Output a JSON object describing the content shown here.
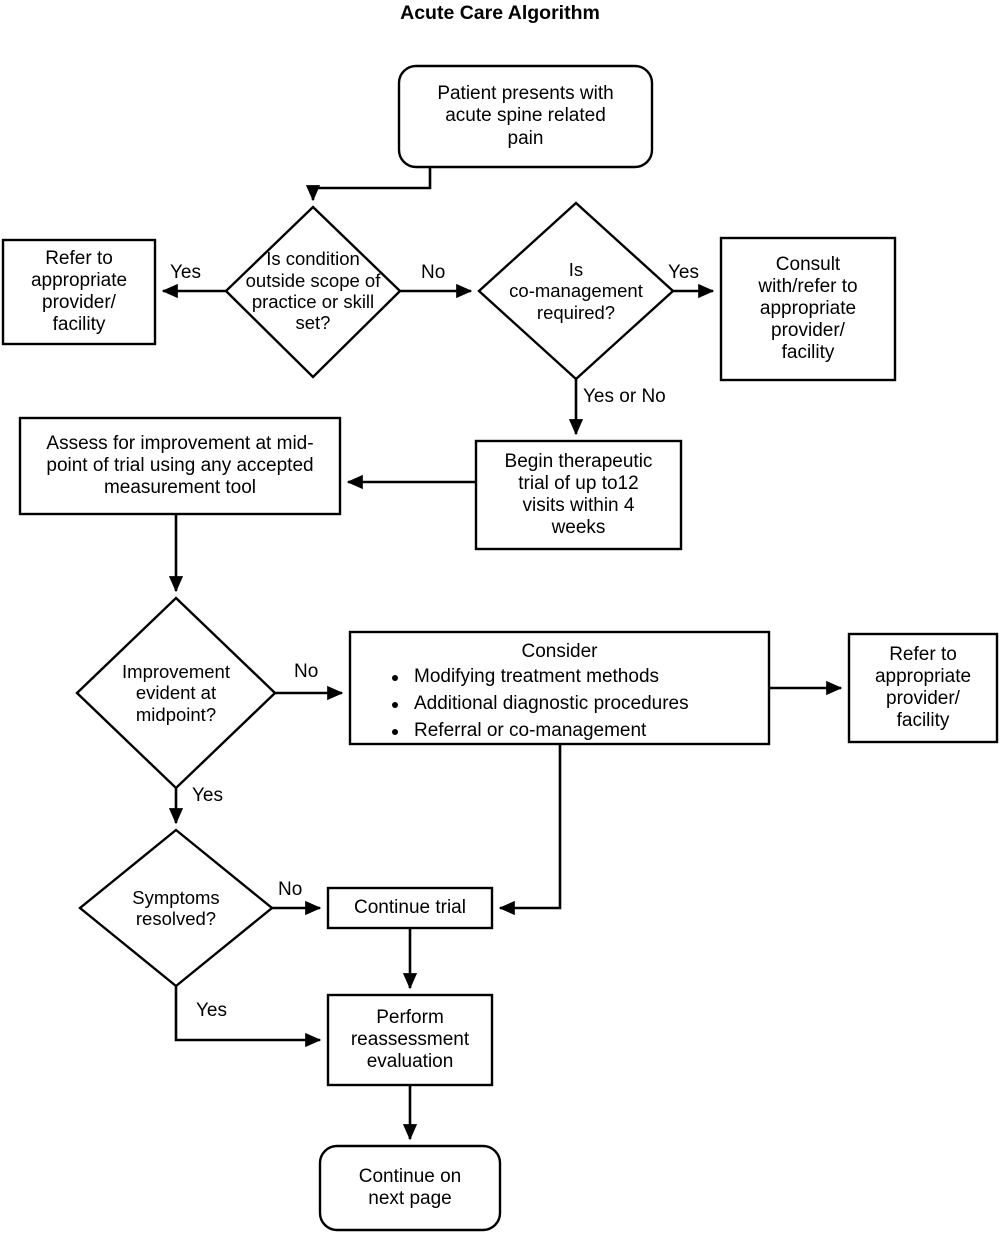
{
  "title": "Acute Care Algorithm",
  "chart_data": {
    "type": "flowchart",
    "title": "Acute Care Algorithm",
    "nodes": [
      {
        "id": "start",
        "shape": "rounded-rectangle",
        "text": "Patient presents with\nacute spine related\npain"
      },
      {
        "id": "scope_decision",
        "shape": "diamond",
        "text": "Is condition\noutside scope of\npractice or skill\nset?"
      },
      {
        "id": "refer_left",
        "shape": "rectangle",
        "text": "Refer to\nappropriate\nprovider/\nfacility"
      },
      {
        "id": "comanagement_decision",
        "shape": "diamond",
        "text": "Is\nco-management\nrequired?"
      },
      {
        "id": "consult_refer",
        "shape": "rectangle",
        "text": "Consult\nwith/refer to\nappropriate\nprovider/\nfacility"
      },
      {
        "id": "begin_trial",
        "shape": "rectangle",
        "text": "Begin therapeutic\ntrial of up to12\nvisits within 4\nweeks"
      },
      {
        "id": "assess_midpoint",
        "shape": "rectangle",
        "text": "Assess for improvement at mid-\npoint of trial using any accepted\nmeasurement tool"
      },
      {
        "id": "improvement_decision",
        "shape": "diamond",
        "text": "Improvement\nevident at\nmidpoint?"
      },
      {
        "id": "consider",
        "shape": "rectangle",
        "heading": "Consider",
        "bullets": [
          "Modifying treatment methods",
          "Additional diagnostic procedures",
          "Referral or co-management"
        ]
      },
      {
        "id": "refer_right",
        "shape": "rectangle",
        "text": "Refer to\nappropriate\nprovider/\nfacility"
      },
      {
        "id": "symptoms_decision",
        "shape": "diamond",
        "text": "Symptoms\nresolved?"
      },
      {
        "id": "continue_trial",
        "shape": "rectangle",
        "text": "Continue trial"
      },
      {
        "id": "perform_reassessment",
        "shape": "rectangle",
        "text": "Perform\nreassessment\nevaluation"
      },
      {
        "id": "continue_next_page",
        "shape": "rounded-rectangle",
        "text": "Continue on\nnext page"
      }
    ],
    "edges": [
      {
        "from": "start",
        "to": "scope_decision",
        "label": ""
      },
      {
        "from": "scope_decision",
        "to": "refer_left",
        "label": "Yes"
      },
      {
        "from": "scope_decision",
        "to": "comanagement_decision",
        "label": "No"
      },
      {
        "from": "comanagement_decision",
        "to": "consult_refer",
        "label": "Yes"
      },
      {
        "from": "comanagement_decision",
        "to": "begin_trial",
        "label": "Yes or No"
      },
      {
        "from": "begin_trial",
        "to": "assess_midpoint",
        "label": ""
      },
      {
        "from": "assess_midpoint",
        "to": "improvement_decision",
        "label": ""
      },
      {
        "from": "improvement_decision",
        "to": "consider",
        "label": "No"
      },
      {
        "from": "improvement_decision",
        "to": "symptoms_decision",
        "label": "Yes"
      },
      {
        "from": "consider",
        "to": "refer_right",
        "label": ""
      },
      {
        "from": "consider",
        "to": "continue_trial",
        "label": ""
      },
      {
        "from": "symptoms_decision",
        "to": "continue_trial",
        "label": "No"
      },
      {
        "from": "symptoms_decision",
        "to": "perform_reassessment",
        "label": "Yes"
      },
      {
        "from": "continue_trial",
        "to": "perform_reassessment",
        "label": ""
      },
      {
        "from": "perform_reassessment",
        "to": "continue_next_page",
        "label": ""
      }
    ]
  },
  "nodes": {
    "start": "Patient presents with\nacute spine related\npain",
    "scope_decision": "Is condition\noutside scope of\npractice or skill\nset?",
    "refer_left": "Refer to\nappropriate\nprovider/\nfacility",
    "comanagement_decision": "Is\nco-management\nrequired?",
    "consult_refer": "Consult\nwith/refer to\nappropriate\nprovider/\nfacility",
    "begin_trial": "Begin therapeutic\ntrial of up to12\nvisits within 4\nweeks",
    "assess_midpoint": "Assess for improvement at mid-\npoint of trial using any accepted\nmeasurement tool",
    "improvement_decision": "Improvement\nevident at\nmidpoint?",
    "consider_heading": "Consider",
    "consider_bullet_1": "Modifying treatment methods",
    "consider_bullet_2": "Additional diagnostic procedures",
    "consider_bullet_3": "Referral or co-management",
    "refer_right": "Refer to\nappropriate\nprovider/\nfacility",
    "symptoms_decision": "Symptoms\nresolved?",
    "continue_trial": "Continue trial",
    "perform_reassessment": "Perform\nreassessment\nevaluation",
    "continue_next_page": "Continue on\nnext page"
  },
  "edge_labels": {
    "scope_yes": "Yes",
    "scope_no": "No",
    "comanagement_yes": "Yes",
    "comanagement_yes_or_no": "Yes or No",
    "improvement_no": "No",
    "improvement_yes": "Yes",
    "symptoms_no": "No",
    "symptoms_yes": "Yes"
  },
  "colors": {
    "stroke": "#000000",
    "fill": "#ffffff",
    "text": "#000000"
  }
}
